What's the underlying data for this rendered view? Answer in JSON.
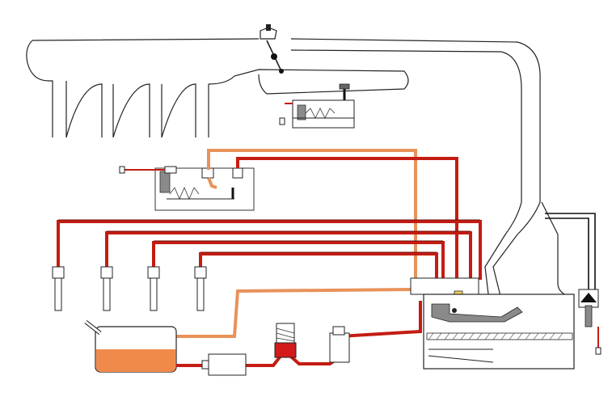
{
  "diagram": {
    "type": "fuel-injection-system-schematic",
    "labels": [],
    "colors": {
      "fuel_line_red": "#c41c12",
      "fuel_line_dark_edge": "#6b0d08",
      "return_line_orange": "#e8925a",
      "fuel_in_tank": "#f08a4b",
      "outline": "#222222",
      "component_fill": "#ffffff",
      "spring_block_grey": "#8a8a8a",
      "pump_red": "#d21a1a",
      "yellow_marker": "#f3d35a"
    },
    "components": [
      {
        "id": "intake-manifold",
        "icon": "intake-manifold-outline"
      },
      {
        "id": "throttle-valve",
        "icon": "throttle-butterfly"
      },
      {
        "id": "air-flow-meter",
        "icon": "air-flow-plate"
      },
      {
        "id": "pressure-regulator-upper",
        "icon": "spring-regulator"
      },
      {
        "id": "pressure-regulator-middle",
        "icon": "spring-regulator"
      },
      {
        "id": "injectors",
        "count": 4,
        "icon": "injector-nozzle"
      },
      {
        "id": "fuel-tank",
        "icon": "tank-with-fuel"
      },
      {
        "id": "fuel-filter",
        "icon": "inline-filter"
      },
      {
        "id": "fuel-pump",
        "icon": "red-pump"
      },
      {
        "id": "accumulator",
        "icon": "accumulator-canister"
      },
      {
        "id": "fuel-distributor",
        "icon": "distributor-block"
      },
      {
        "id": "air-sensor-plate",
        "icon": "sensor-plate"
      },
      {
        "id": "cold-start-valve",
        "icon": "auxiliary-valve"
      }
    ]
  }
}
